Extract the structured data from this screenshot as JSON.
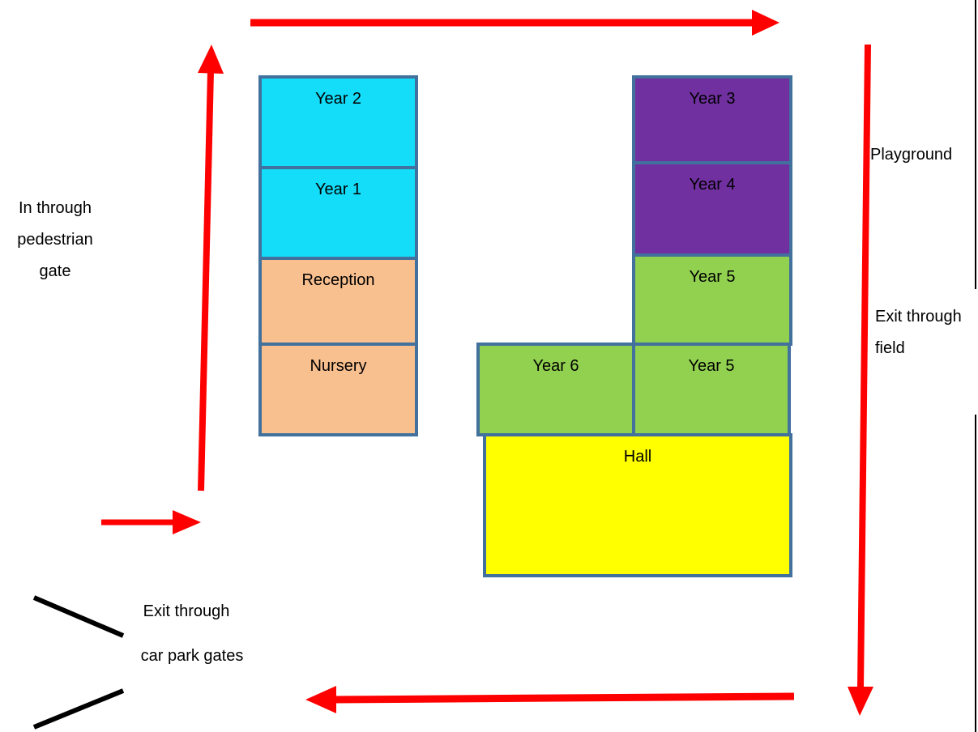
{
  "colors": {
    "arrow": "#ff0000",
    "room_border": "#41719c",
    "infants": "#13ddf9",
    "early_years": "#f8bf8f",
    "juniors_lower": "#7030a0",
    "juniors_upper": "#92d050",
    "hall": "#ffff00",
    "gate": "#000000"
  },
  "rooms": {
    "year2": "Year 2",
    "year1": "Year 1",
    "reception": "Reception",
    "nursery": "Nursery",
    "year3": "Year 3",
    "year4": "Year 4",
    "year5_upper": "Year 5",
    "year6": "Year 6",
    "year5_lower": "Year 5",
    "hall": "Hall"
  },
  "labels": {
    "entry": "In through pedestrian gate",
    "playground": "Playground",
    "exit_field": "Exit through field",
    "exit_car_park_line1": "Exit through",
    "exit_car_park_line2": "car park gates"
  }
}
